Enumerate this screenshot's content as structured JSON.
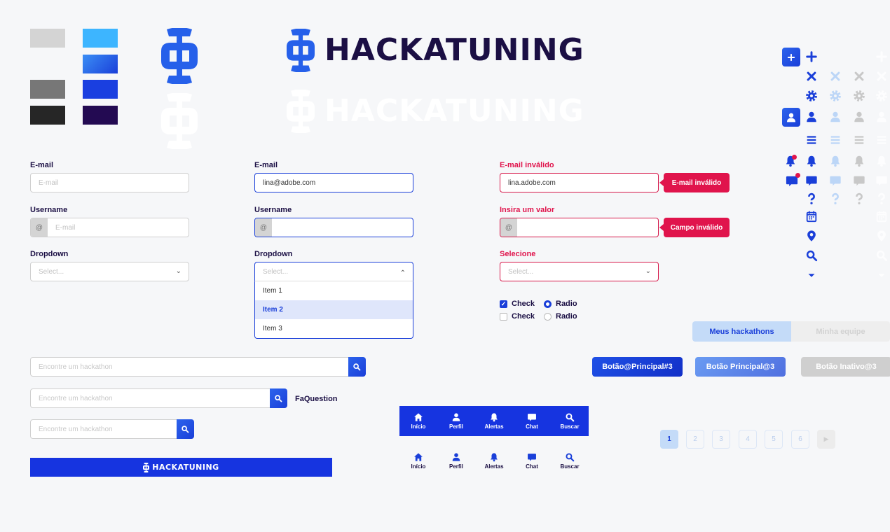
{
  "palette": {
    "grays": [
      "#d4d4d4",
      "#777777",
      "#262626"
    ],
    "blues": [
      "#3db5ff",
      "gradient #3b8ef5→#1a3fd9",
      "#1a3fe0",
      "#230a52"
    ]
  },
  "brand": {
    "name": "HACKATUNING",
    "primary": "#1a3fd9",
    "dark": "#1b0f44",
    "error": "#e0144c"
  },
  "forms": {
    "default": {
      "email_label": "E-mail",
      "email_placeholder": "E-mail",
      "username_label": "Username",
      "username_prefix": "@",
      "username_placeholder": "E-mail",
      "dropdown_label": "Dropdown",
      "dropdown_placeholder": "Select..."
    },
    "active": {
      "email_label": "E-mail",
      "email_value": "lina@adobe.com",
      "username_label": "Username",
      "username_prefix": "@",
      "dropdown_label": "Dropdown",
      "dropdown_placeholder": "Select...",
      "options": [
        "Item 1",
        "Item 2",
        "Item 3"
      ],
      "selected": "Item 2"
    },
    "error": {
      "email_label": "E-mail inválido",
      "email_value": "lina.adobe.com",
      "email_tip": "E-mail inválido",
      "username_label": "Insira um valor",
      "username_prefix": "@",
      "username_tip": "Campo inválido",
      "dropdown_label": "Selecione",
      "dropdown_placeholder": "Select..."
    }
  },
  "checks": {
    "check_label": "Check",
    "radio_label": "Radio",
    "check1": true,
    "check2": false,
    "radio1": true,
    "radio2": false
  },
  "tabs": [
    {
      "label": "Meus hackathons",
      "active": true
    },
    {
      "label": "Minha equipe",
      "active": false
    }
  ],
  "buttons": {
    "primary": "Botão@Principal#3",
    "hover": "Botão Principal@3",
    "disabled": "Botão Inativo@3"
  },
  "search": {
    "placeholder": "Encontre um hackathon",
    "faq_label": "FaQuestion"
  },
  "banner": {
    "label": "HACKATUNING"
  },
  "bottom_nav": [
    {
      "label": "Início",
      "icon": "home"
    },
    {
      "label": "Perfil",
      "icon": "user"
    },
    {
      "label": "Alertas",
      "icon": "bell"
    },
    {
      "label": "Chat",
      "icon": "chat"
    },
    {
      "label": "Buscar",
      "icon": "search"
    }
  ],
  "pagination": {
    "pages": [
      "1",
      "2",
      "3",
      "4",
      "5",
      "6"
    ],
    "current": "1"
  },
  "icon_states": {
    "colors": [
      "#1a3fd9",
      "#bcd6f7",
      "#c8c8c8",
      "#ffffff"
    ],
    "icons": [
      "plus",
      "close",
      "gear",
      "user",
      "menu",
      "bell",
      "chat",
      "question",
      "calendar",
      "pin",
      "search",
      "caret-down"
    ]
  }
}
